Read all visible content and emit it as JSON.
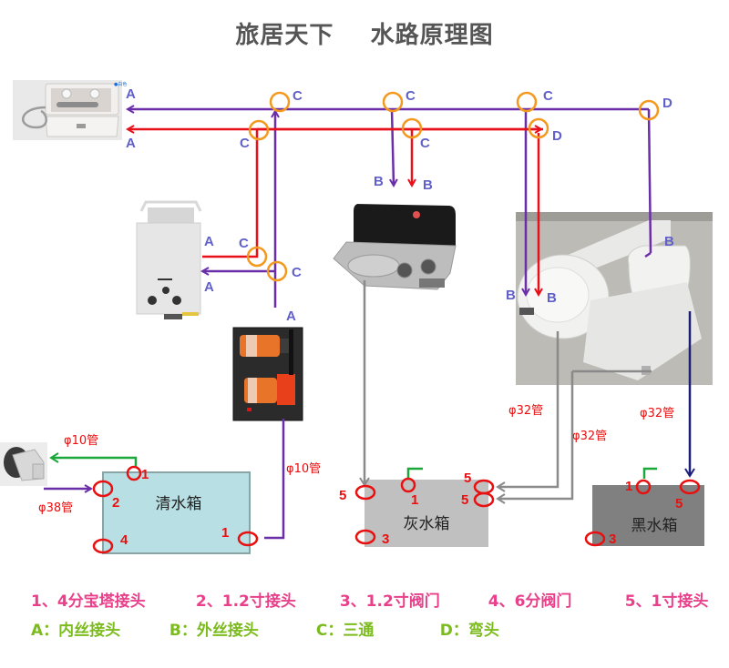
{
  "title": "旅居天下    水路原理图",
  "colors": {
    "cold_line": "#6a2fa8",
    "hot_line": "#e8101a",
    "drain_line": "#8a8a8a",
    "black_drain_line": "#1a1f7a",
    "vent_line": "#1aa83a",
    "fitting_ring": "#f39a1e",
    "port_ring": "#e81010",
    "letter_label": "#6060c8",
    "number_label": "#e81010",
    "clean_tank": "#b8e0e4",
    "grey_tank": "#c0c0c0",
    "black_tank": "#808080"
  },
  "components": {
    "shower_box": "shower-box-icon",
    "water_heater": "water-heater-icon",
    "pump_panel": "water-pump-icon",
    "sink_stove": "sink-stove-combo-icon",
    "bathroom": "toilet-basin-icon",
    "fill_inlet": "water-fill-inlet-icon"
  },
  "tanks": {
    "clean": "清水箱",
    "grey": "灰水箱",
    "black": "黑水箱"
  },
  "fitting_labels": {
    "a": "A",
    "b": "B",
    "c": "C",
    "d": "D"
  },
  "port_numbers": {
    "p1": "1",
    "p2": "2",
    "p3": "3",
    "p4": "4",
    "p5": "5"
  },
  "pipe_labels": {
    "phi10": "φ10管",
    "phi38": "φ38管",
    "phi32": "φ32管"
  },
  "legend": {
    "numbers": [
      "1、4分宝塔接头",
      "2、1.2寸接头",
      "3、1.2寸阀门",
      "4、6分阀门",
      "5、1寸接头"
    ],
    "letters": [
      "A：内丝接头",
      "B：外丝接头",
      "C：三通",
      "D：弯头"
    ]
  }
}
